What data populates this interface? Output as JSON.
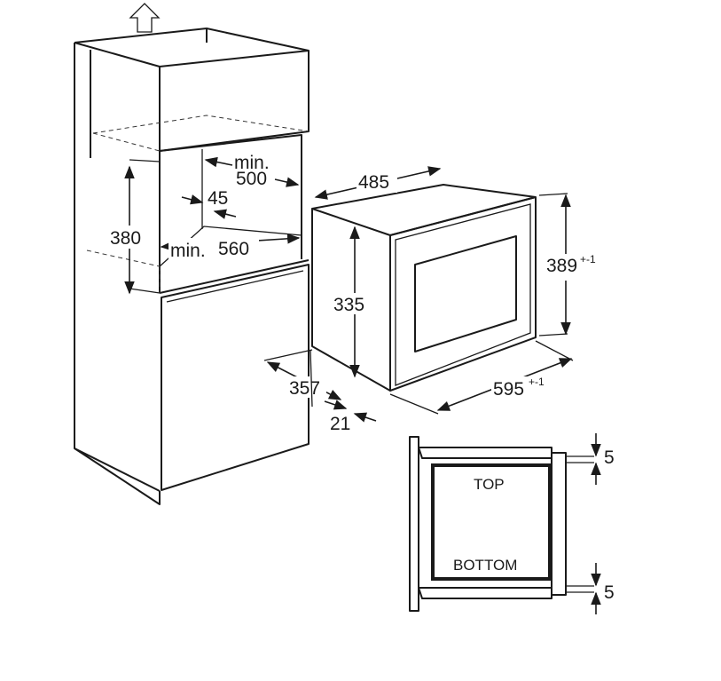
{
  "diagram": {
    "cabinet": {
      "dim_min_label": "min.",
      "dim_depth": "500",
      "dim_gap": "45",
      "dim_height": "380",
      "dim_width_prefix": "min.",
      "dim_width": "560",
      "vent_icon": "arrow-up-icon"
    },
    "appliance": {
      "dim_depth": "485",
      "dim_inner_height": "335",
      "dim_height": "389",
      "dim_height_tol": "+-1",
      "dim_width": "595",
      "dim_width_tol": "+-1",
      "dim_side_depth": "357",
      "dim_door": "21"
    },
    "frame_detail": {
      "top_label": "TOP",
      "bottom_label": "BOTTOM",
      "gap_top": "5",
      "gap_bottom": "5"
    }
  }
}
